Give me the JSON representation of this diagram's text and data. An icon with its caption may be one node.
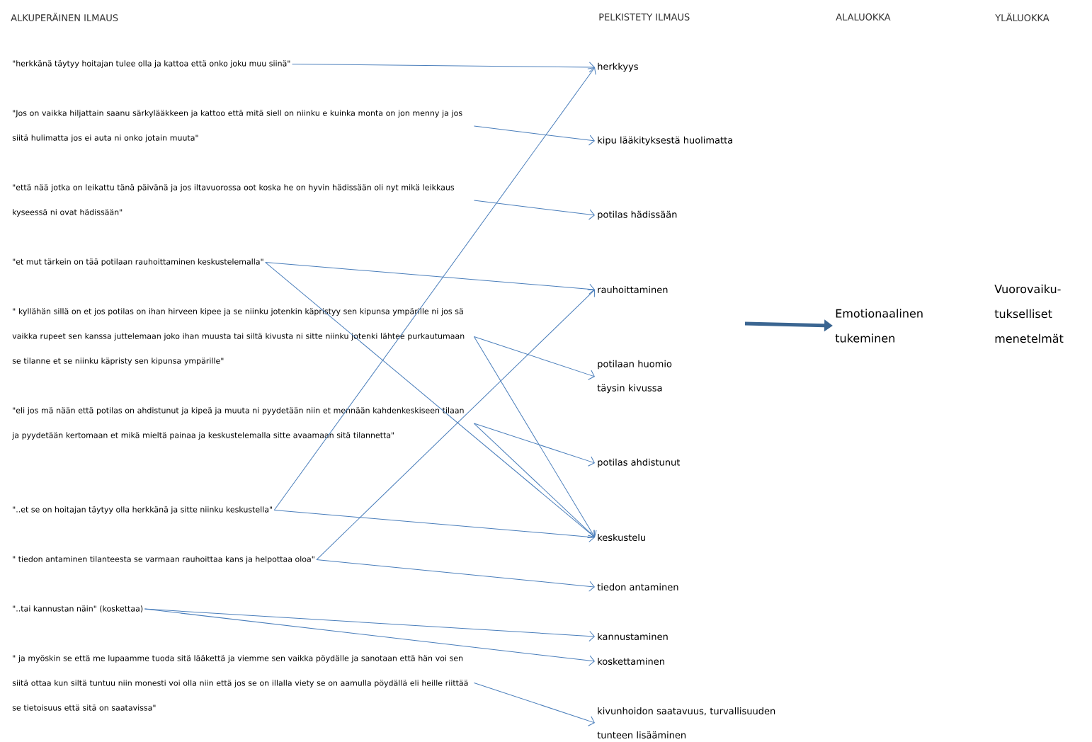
{
  "diagram": {
    "nodes": [
      {
        "text": [
          "\"herkkänä täytyy hoitajan tulee olla ja kattoa että onko joku muu siinä\""
        ]
      },
      {
        "text": [
          "\"Jos on vaikka hiljattain saanu särkylääkkeen ja kattoo että mitä siell on niinku e kuinka monta on jon menny ja jos siitä hulimatta jos ei auta ni onko jotain muuta\""
        ]
      },
      {
        "text": [
          "\"että nää jotka on leikattu tänä päivänä ja jos iltavuorossa oot koska he on hyvin hädissään oli nyt mikä leikkaus kyseessä ni ovat hädissään\""
        ]
      },
      {
        "text": [
          "\"et mut tärkein on tää potilaan rauhoittaminen keskustelemalla\""
        ]
      },
      {
        "text": [
          "\" kyllähän sillä on et jos potilas on ihan hirveen kipee ja se niinku jotenkin käpristyy sen kipunsa ympärille ni jos sä vaikka rupeet sen kanssa juttelemaan joko ihan muusta tai siltä kivusta ni sitte niinku jotenki lähtee purkautumaan se tilanne et se niinku käpristy sen kipunsa ympärille\""
        ]
      },
      {
        "text": [
          "\"eli jos mä nään että potilas on ahdistunut ja kipeä ja muuta ni pyydetään niin et mennään kahdenkeskiseen tilaan ja pyydetään kertomaan  et mikä mieltä painaa ja keskustelemalla sitte avaamaan sitä tilannetta\""
        ]
      },
      {
        "text": [
          "\"..et se on hoitajan täytyy olla herkkänä ja sitte niinku keskustella\""
        ]
      },
      {
        "text": [
          "\" tiedon antaminen tilanteesta se varmaan rauhoittaa kans ja helpottaa oloa\""
        ]
      },
      {
        "text": [
          "\"..tai kannustan näin\" (koskettaa)"
        ]
      },
      {
        "text": [
          "\" ja myöskin se että me lupaamme tuoda sitä lääkettä ja viemme sen vaikka pöydälle ja sanotaan että hän voi sen siitä ottaa kun siltä tuntuu niin monesti voi olla niin että jos se on illalla viety se on aamulla pöydällä eli heille riittää se tietoisuus että sitä on saatavissa\""
        ]
      },
      {
        "text": [
          "herkkyys"
        ]
      },
      {
        "text": [
          "kipu lääkityksestä huolimatta"
        ]
      },
      {
        "text": [
          "potilas hädissään"
        ]
      },
      {
        "text": [
          "rauhoittaminen"
        ]
      },
      {
        "text": [
          "potilaan huomio täysin kivussa"
        ]
      },
      {
        "text": [
          "potilas ahdistunut"
        ]
      },
      {
        "text": [
          "keskustelu"
        ]
      },
      {
        "text": [
          "tiedon antaminen"
        ]
      },
      {
        "text": [
          "kannustaminen"
        ]
      },
      {
        "text": [
          "koskettaminen"
        ]
      },
      {
        "text": [
          "kivunhoidon saatavuus, turvallisuuden tunteen lisääminen"
        ]
      },
      {
        "text": [
          "Emotionaalinen tukeminen"
        ]
      },
      {
        "text": [
          "Vuorovaiku- tukselliset menetelmät"
        ]
      }
    ],
    "edges": [
      {
        "from": 0,
        "to": 10,
        "arrow": "to"
      },
      {
        "from": 1,
        "to": 11,
        "arrow": "to"
      },
      {
        "from": 2,
        "to": 12,
        "arrow": "to"
      },
      {
        "from": 3,
        "to": 13,
        "arrow": "to"
      },
      {
        "from": 3,
        "to": 16,
        "arrow": "to"
      },
      {
        "from": 4,
        "to": 14,
        "arrow": "to"
      },
      {
        "from": 4,
        "to": 16,
        "arrow": "to"
      },
      {
        "from": 5,
        "to": 15,
        "arrow": "to"
      },
      {
        "from": 5,
        "to": 16,
        "arrow": "to"
      },
      {
        "from": 6,
        "to": 16,
        "arrow": "to"
      },
      {
        "from": 6,
        "to": 10,
        "arrow": "to"
      },
      {
        "from": 7,
        "to": 17,
        "arrow": "to"
      },
      {
        "from": 7,
        "to": 13,
        "arrow": "to"
      },
      {
        "from": 8,
        "to": 18,
        "arrow": "to"
      },
      {
        "from": 8,
        "to": 19,
        "arrow": "to"
      },
      {
        "from": 9,
        "to": 20,
        "arrow": "to"
      },
      {
        "from": null,
        "to": 21,
        "arrow": "to",
        "style": "thick",
        "color": "#3a6591"
      }
    ],
    "labels": [
      "ALKUPERÄINEN ILMAUS",
      "PELKISTETY ILMAUS",
      "ALALUOKKA",
      "YLÄLUOKKA"
    ]
  }
}
